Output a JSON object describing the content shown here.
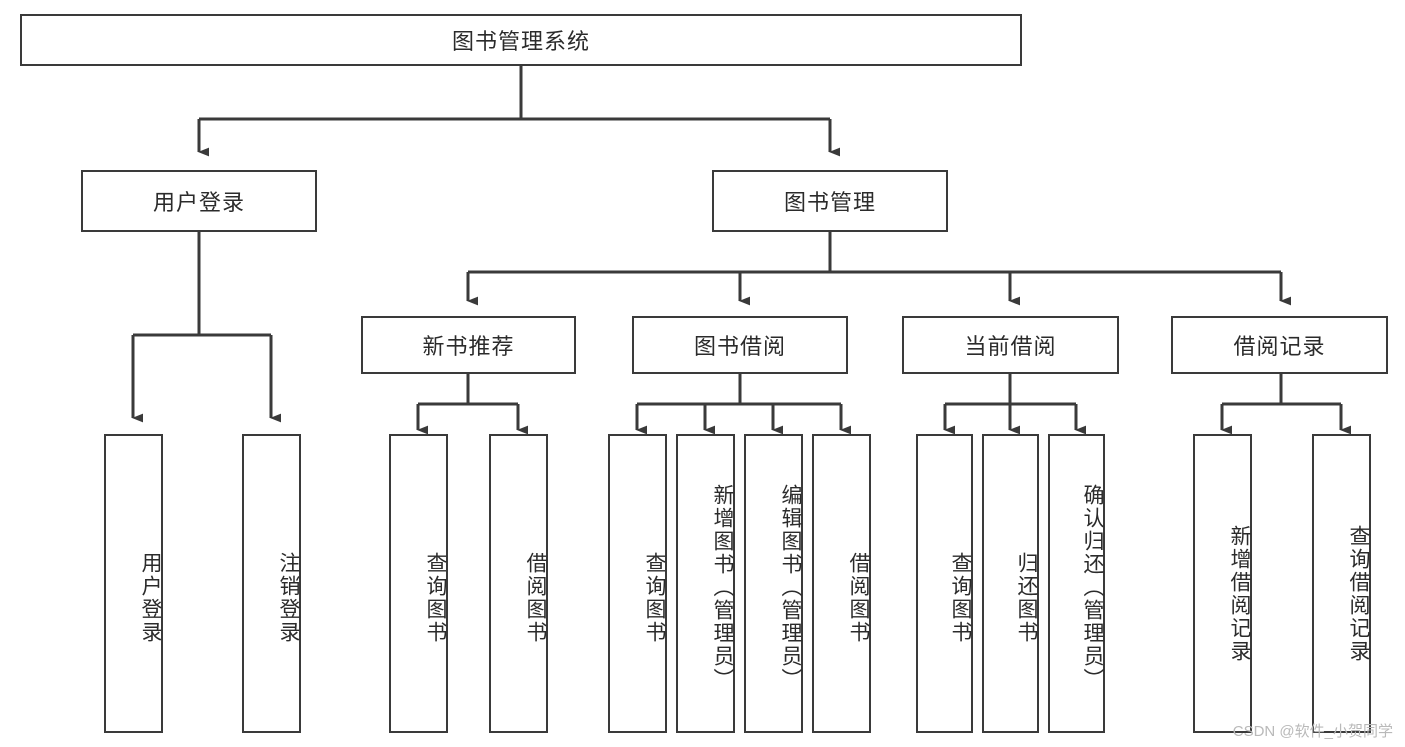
{
  "diagram": {
    "type": "tree-hierarchy",
    "orientation": "top-down",
    "root": {
      "id": "root",
      "label": "图书管理系统",
      "text_orientation": "horizontal"
    },
    "level2": [
      {
        "id": "user-login",
        "label": "用户登录",
        "text_orientation": "horizontal"
      },
      {
        "id": "book-manage",
        "label": "图书管理",
        "text_orientation": "horizontal"
      }
    ],
    "level3": [
      {
        "id": "new-book-recommend",
        "label": "新书推荐",
        "parent": "book-manage",
        "text_orientation": "horizontal"
      },
      {
        "id": "book-borrow",
        "label": "图书借阅",
        "parent": "book-manage",
        "text_orientation": "horizontal"
      },
      {
        "id": "current-borrow",
        "label": "当前借阅",
        "parent": "book-manage",
        "text_orientation": "horizontal"
      },
      {
        "id": "borrow-record",
        "label": "借阅记录",
        "parent": "book-manage",
        "text_orientation": "horizontal"
      }
    ],
    "leaves": [
      {
        "id": "leaf-user-login",
        "label": "用户登录",
        "parent": "user-login",
        "text_orientation": "vertical"
      },
      {
        "id": "leaf-user-logout",
        "label": "注销登录",
        "parent": "user-login",
        "text_orientation": "vertical"
      },
      {
        "id": "leaf-query-book-1",
        "label": "查询图书",
        "parent": "new-book-recommend",
        "text_orientation": "vertical"
      },
      {
        "id": "leaf-borrow-book-1",
        "label": "借阅图书",
        "parent": "new-book-recommend",
        "text_orientation": "vertical"
      },
      {
        "id": "leaf-query-book-2",
        "label": "查询图书",
        "parent": "book-borrow",
        "text_orientation": "vertical"
      },
      {
        "id": "leaf-add-book",
        "label": "新增图书（管理员）",
        "parent": "book-borrow",
        "text_orientation": "vertical"
      },
      {
        "id": "leaf-edit-book",
        "label": "编辑图书（管理员）",
        "parent": "book-borrow",
        "text_orientation": "vertical"
      },
      {
        "id": "leaf-borrow-book-2",
        "label": "借阅图书",
        "parent": "book-borrow",
        "text_orientation": "vertical"
      },
      {
        "id": "leaf-query-book-3",
        "label": "查询图书",
        "parent": "current-borrow",
        "text_orientation": "vertical"
      },
      {
        "id": "leaf-return-book",
        "label": "归还图书",
        "parent": "current-borrow",
        "text_orientation": "vertical"
      },
      {
        "id": "leaf-confirm-return",
        "label": "确认归还（管理员）",
        "parent": "current-borrow",
        "text_orientation": "vertical"
      },
      {
        "id": "leaf-add-record",
        "label": "新增借阅记录",
        "parent": "borrow-record",
        "text_orientation": "vertical"
      },
      {
        "id": "leaf-query-record",
        "label": "查询借阅记录",
        "parent": "borrow-record",
        "text_orientation": "vertical"
      }
    ],
    "colors": {
      "box_border": "#3a3a3a",
      "box_fill": "#ffffff",
      "connector": "#3a3a3a",
      "text": "#2b2b2b",
      "watermark": "#b9b9b9",
      "background": "#ffffff"
    }
  },
  "watermark": {
    "text": "CSDN @软件_小贺同学"
  }
}
